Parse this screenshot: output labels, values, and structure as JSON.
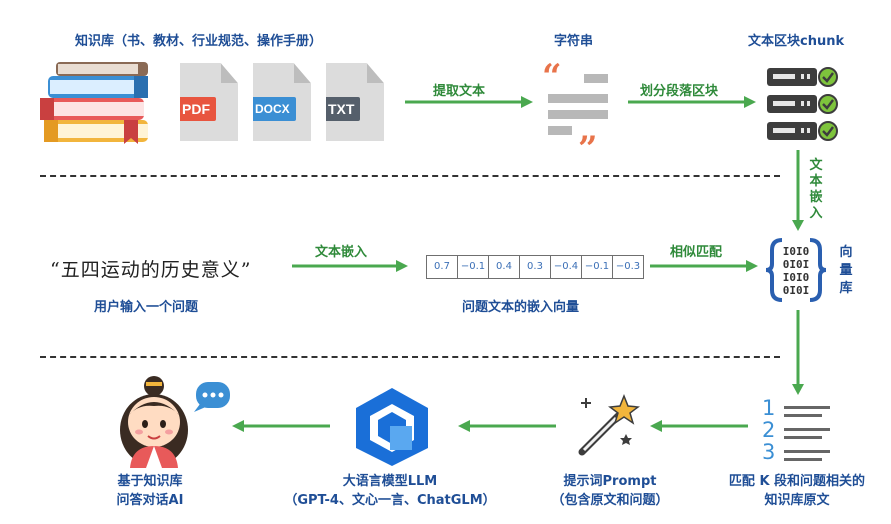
{
  "top": {
    "sources_label": "知识库（书、教材、行业规范、操作手册）",
    "doc_tags": [
      "PDF",
      "DOCX",
      "TXT"
    ],
    "string_label": "字符串",
    "chunk_label": "文本区块chunk",
    "arrow_extract": "提取文本",
    "arrow_split": "划分段落区块"
  },
  "middle": {
    "arrow_embed_chunk": [
      "文",
      "本",
      "嵌",
      "入"
    ],
    "query_text": "“五四运动的历史意义”",
    "query_caption": "用户输入一个问题",
    "arrow_embed_query": "文本嵌入",
    "vector_values": [
      "0.7",
      "−0.1",
      "0.4",
      "0.3",
      "−0.4",
      "−0.1",
      "−0.3"
    ],
    "vector_caption": "问题文本的嵌入向量",
    "arrow_match": "相似匹配",
    "vector_db_label": [
      "向",
      "量",
      "库"
    ]
  },
  "bottom": {
    "matched_label_1": "匹配 K 段和问题相关的",
    "matched_label_2": "知识库原文",
    "prompt_label_1": "提示词Prompt",
    "prompt_label_2": "（包含原文和问题）",
    "llm_label_1": "大语言模型LLM",
    "llm_label_2": "（GPT-4、文心一言、ChatGLM）",
    "answer_label_1": "基于知识库",
    "answer_label_2": "问答对话AI",
    "list_numbers": [
      "1",
      "2",
      "3"
    ]
  },
  "colors": {
    "arrow_green": "#4aa84f",
    "label_blue": "#1f4e96",
    "pdf_red": "#e8553f",
    "docx_blue": "#3b8fd4",
    "txt_gray": "#555f6b",
    "check_green": "#7ec43c",
    "llm_blue": "#1a6fd8"
  },
  "icons": [
    "books-icon",
    "pdf-file-icon",
    "docx-file-icon",
    "txt-file-icon",
    "quote-text-icon",
    "server-chunks-icon",
    "vector-db-icon",
    "numbered-list-icon",
    "magic-wand-icon",
    "llm-cube-icon",
    "assistant-avatar-icon"
  ]
}
